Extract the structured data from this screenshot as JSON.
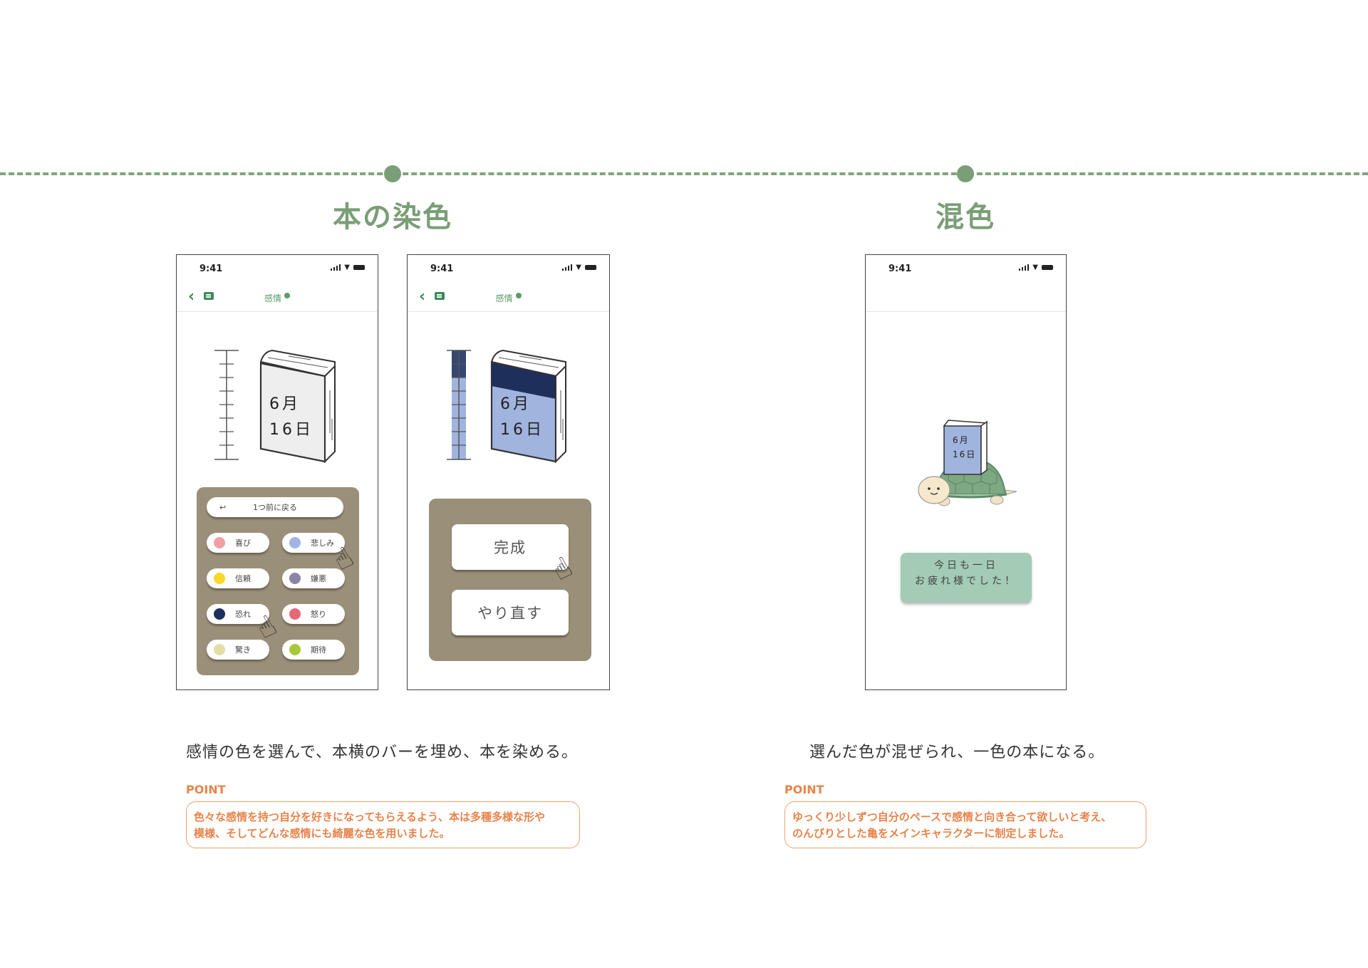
{
  "sections": [
    {
      "title": "本の染色",
      "caption": "感情の色を選んで、本横のバーを埋め、本を染める。",
      "point_label": "POINT",
      "point_text_lines": [
        "色々な感情を持つ自分を好きになってもらえるよう、本は多種多様な形や",
        "模様、そしてどんな感情にも綺麗な色を用いました。"
      ]
    },
    {
      "title": "混色",
      "caption": "選んだ色が混ぜられ、一色の本になる。",
      "point_label": "POINT",
      "point_text_lines": [
        "ゆっくり少しずつ自分のペースで感情と向き合って欲しいと考え、",
        "のんびりとした亀をメインキャラクターに制定しました。"
      ]
    }
  ],
  "phones": {
    "status_time": "9:41",
    "nav_title": "感情",
    "book_month": "6月",
    "book_day": "16日",
    "phone1": {
      "back_button": "1つ前に戻る",
      "back_arrow_icon": "↩",
      "emotions": [
        {
          "label": "喜び",
          "color": "#f0a0a4"
        },
        {
          "label": "悲しみ",
          "color": "#9fb5e3"
        },
        {
          "label": "信頼",
          "color": "#f8d82a"
        },
        {
          "label": "嫌悪",
          "color": "#8c84a8"
        },
        {
          "label": "恐れ",
          "color": "#1f2f5c"
        },
        {
          "label": "怒り",
          "color": "#e56878"
        },
        {
          "label": "驚き",
          "color": "#e4dea6"
        },
        {
          "label": "期待",
          "color": "#a8c83c"
        }
      ]
    },
    "phone2": {
      "fill_colors": {
        "top": "#1f2f5c",
        "bottom": "#a0b4de"
      },
      "bar_fill_fraction": 1.0,
      "dark_fraction": 0.25,
      "complete_button": "完成",
      "redo_button": "やり直す"
    },
    "phone3": {
      "greeting_line1": "今日も一日",
      "greeting_line2": "お疲れ様でした！"
    }
  },
  "colors": {
    "accent_green": "#7a9e76",
    "panel_brown": "#9a8f78",
    "point_orange": "#e8834a"
  }
}
